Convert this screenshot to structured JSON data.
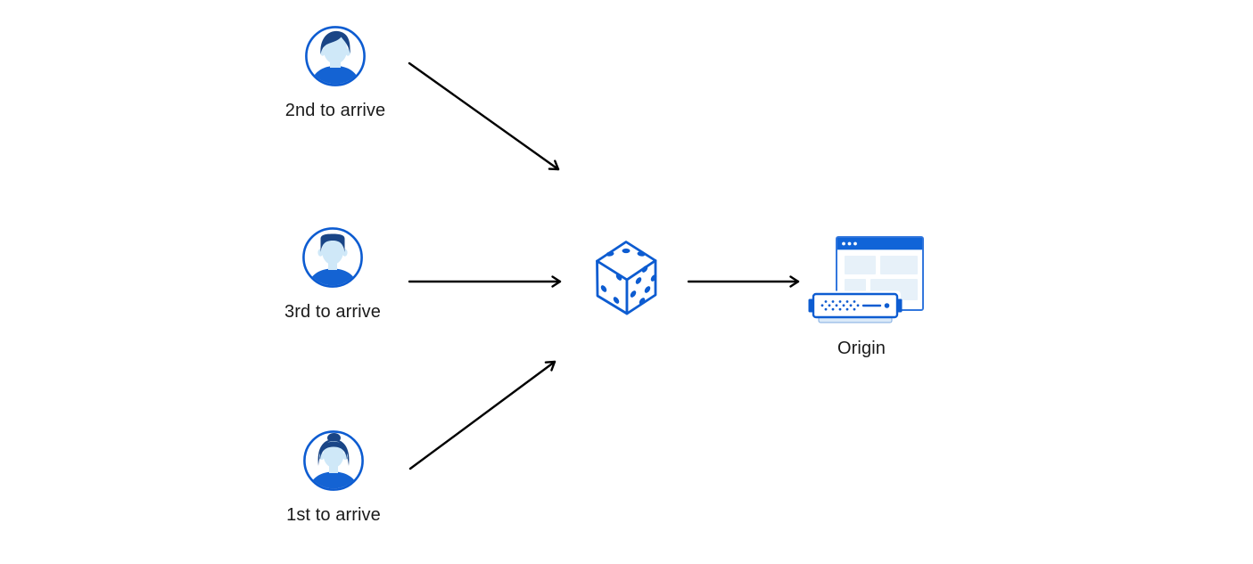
{
  "labels": {
    "visitor_2nd": "2nd to arrive",
    "visitor_3rd": "3rd to arrive",
    "visitor_1st": "1st to arrive",
    "origin": "Origin"
  },
  "nodes": [
    {
      "id": "visitor-2nd",
      "label": "2nd to arrive",
      "icon": "user-avatar-male-swoopy-hair-icon"
    },
    {
      "id": "visitor-3rd",
      "label": "3rd to arrive",
      "icon": "user-avatar-male-flattop-icon"
    },
    {
      "id": "visitor-1st",
      "label": "1st to arrive",
      "icon": "user-avatar-female-bun-icon"
    },
    {
      "id": "dice",
      "label": "",
      "icon": "dice-icon"
    },
    {
      "id": "origin",
      "label": "Origin",
      "icon": "origin-server-icon"
    }
  ],
  "edges": [
    {
      "from": "visitor-2nd",
      "to": "dice"
    },
    {
      "from": "visitor-3rd",
      "to": "dice"
    },
    {
      "from": "visitor-1st",
      "to": "dice"
    },
    {
      "from": "dice",
      "to": "origin"
    }
  ],
  "colors": {
    "accent_blue": "#0d5cd1",
    "titlebar_blue": "#1064d8",
    "shirt_blue": "#1463d3",
    "hair_navy": "#1a4586",
    "face_light_blue": "#cfe8f8",
    "panel_light_blue": "#e7f1f9",
    "server_lip_blue": "#dbeaf8",
    "window_border_blue": "#3377dd",
    "arrow_black": "#000000",
    "text_color": "#1a1a1a",
    "background": "#ffffff"
  }
}
